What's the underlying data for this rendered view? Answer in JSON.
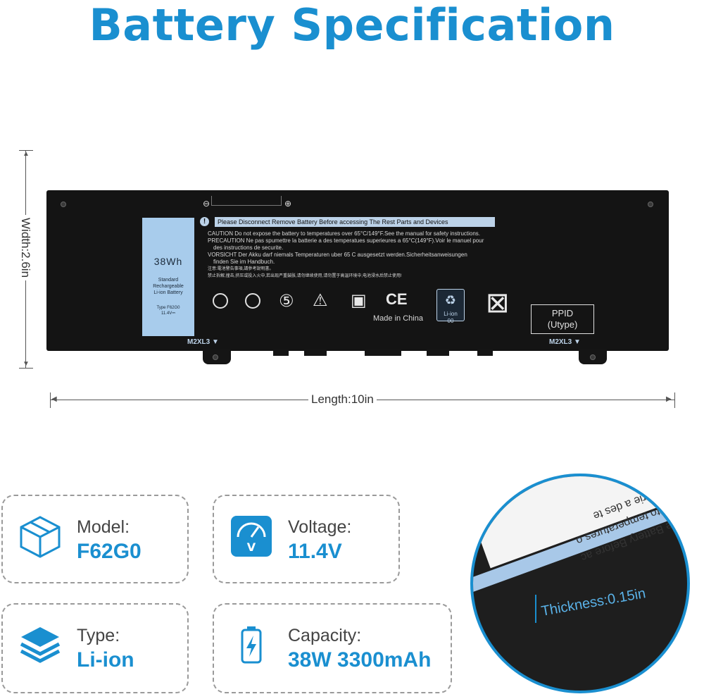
{
  "title": "Battery Specification",
  "battery_label": {
    "capacity": "38Wh",
    "standard_line1": "Standard",
    "standard_line2": "Rechargeable",
    "standard_line3": "Li-ion Battery",
    "type": "Type F62G0",
    "voltage_small": "11.4V⎓",
    "warning": "Please Disconnect Remove Battery Before accessing The Rest Parts and Devices",
    "caution_lines": [
      "CAUTION Do not expose the battery to temperatures over 65°C/149°F.See the manual for safety instructions.",
      "PRECAUTION Ne pas spumettre la batterie a des temperatues superieures a 65°C(149°F).Voir le manuel pour",
      "des instructions de securite.",
      "VORSICHT Der Akku darf niemals Temperaturen uber 65 C ausgesetzt werden.Sicherheitsanweisungen",
      "finden Sie im Handbuch.",
      "注意:電池警告事項,請參考說明書。",
      "禁止拆解,撞击,挤压或投入火中,若出现严重鼓胀,请勿继续使用,请勿置于高温环境中,电池浸水后禁止使用!"
    ],
    "made_in": "Made in China",
    "recycle_text": "Li-ion",
    "recycle_num": "00",
    "ppid_line1": "PPID",
    "ppid_line2": "(Utype)",
    "model_code": "M2XL3",
    "minus": "⊖",
    "plus": "⊕"
  },
  "dimensions": {
    "width": "Width:2.6in",
    "length": "Length:10in",
    "thickness": "Thickness:0.15in"
  },
  "specs": {
    "model_label": "Model:",
    "model_value": "F62G0",
    "voltage_label": "Voltage:",
    "voltage_value": "11.4V",
    "type_label": "Type:",
    "type_value": "Li-ion",
    "capacity_label": "Capacity:",
    "capacity_value": "38W 3300mAh"
  },
  "zoom_text": {
    "line1": "Remove Battery Before ac",
    "line2": "the battery to temperatures o",
    "line3": "umettre la batterie a des te"
  },
  "colors": {
    "accent": "#1a8fd0",
    "battery": "#141414",
    "label_blue": "#a8ccec"
  }
}
